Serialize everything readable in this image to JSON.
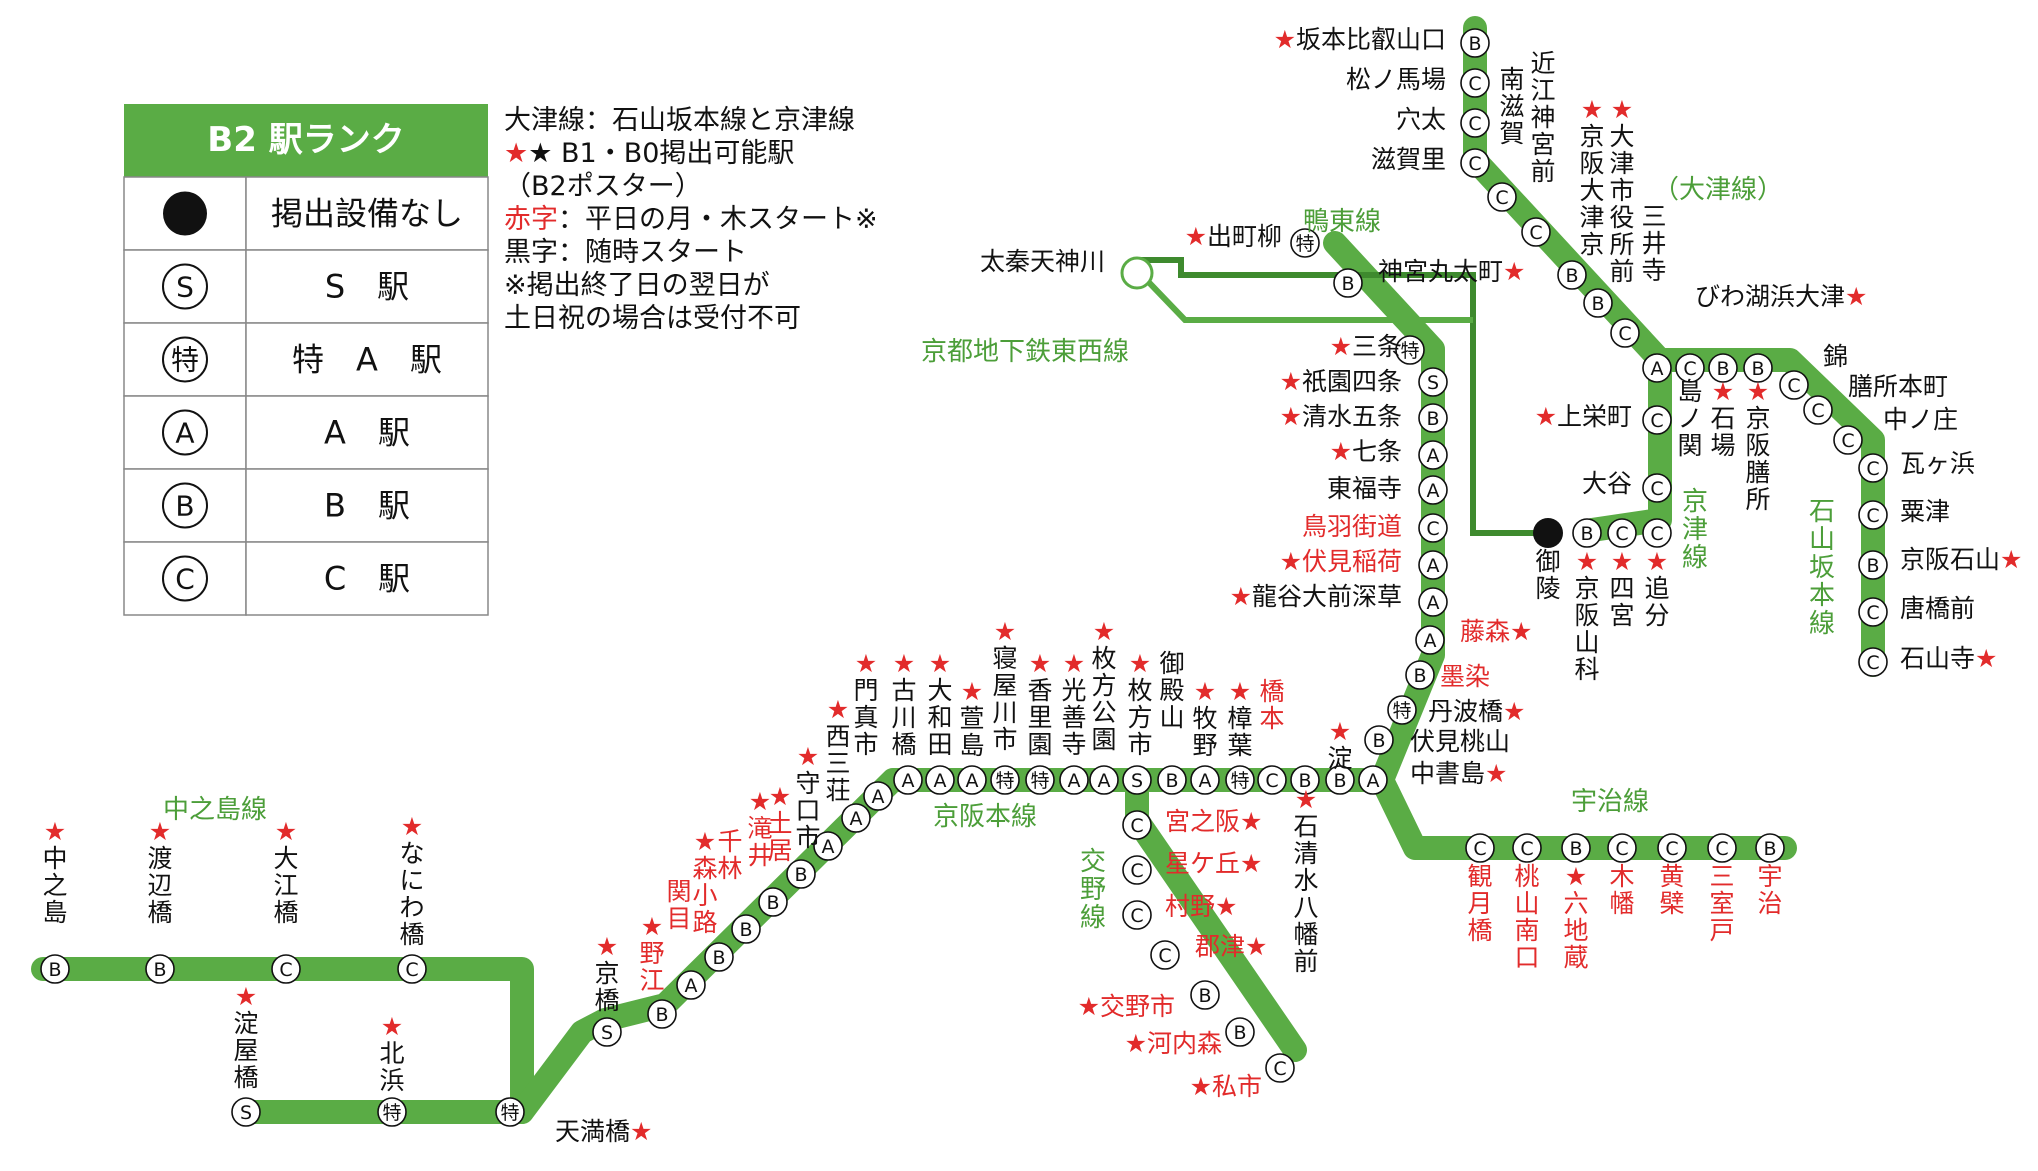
{
  "colors": {
    "line": "#5aac45",
    "line_dark": "#3e8a2e",
    "red": "#e22b2b",
    "black": "#111111",
    "label_green": "#4c9e39"
  },
  "legend": {
    "title": "B2 駅ランク",
    "rows": [
      {
        "icon": "filled-dot-icon",
        "label": "掲出設備なし"
      },
      {
        "icon": "circled-s-icon",
        "symbol": "S",
        "label": "S　駅"
      },
      {
        "icon": "circled-toku-icon",
        "symbol": "特",
        "label": "特　A　駅"
      },
      {
        "icon": "circled-a-icon",
        "symbol": "A",
        "label": "A　駅"
      },
      {
        "icon": "circled-b-icon",
        "symbol": "B",
        "label": "B　駅"
      },
      {
        "icon": "circled-c-icon",
        "symbol": "C",
        "label": "C　駅"
      }
    ]
  },
  "notes": {
    "line1": "大津線：石山坂本線と京津線",
    "line2": "★ B1・B0掲出可能駅",
    "line3": "（B2ポスター）",
    "line4_red": "赤字",
    "line4_rest": "：平日の月・木スタート※",
    "line5": "黒字：随時スタート",
    "line6": "※掲出終了日の翌日が",
    "line7": "土日祝の場合は受付不可"
  },
  "line_names": [
    "中之島線",
    "京阪本線",
    "交野線",
    "宇治線",
    "鴨東線",
    "京都地下鉄東西線",
    "京津線",
    "石山坂本線",
    "（大津線）"
  ],
  "stations": [
    {
      "name": "中之島",
      "rank": "B",
      "star": true,
      "red": false
    },
    {
      "name": "渡辺橋",
      "rank": "B",
      "star": true,
      "red": false
    },
    {
      "name": "大江橋",
      "rank": "C",
      "star": true,
      "red": false
    },
    {
      "name": "なにわ橋",
      "rank": "C",
      "star": true,
      "red": false
    },
    {
      "name": "淀屋橋",
      "rank": "S",
      "star": true,
      "red": false
    },
    {
      "name": "北浜",
      "rank": "特",
      "star": true,
      "red": false
    },
    {
      "name": "天満橋",
      "rank": "特",
      "star": true,
      "red": false
    },
    {
      "name": "京橋",
      "rank": "S",
      "star": true,
      "red": false
    },
    {
      "name": "野江",
      "rank": "B",
      "star": true,
      "red": true
    },
    {
      "name": "関目",
      "rank": "A",
      "star": false,
      "red": true
    },
    {
      "name": "森小路",
      "rank": "B",
      "star": true,
      "red": true
    },
    {
      "name": "千林",
      "rank": "B",
      "star": false,
      "red": true
    },
    {
      "name": "滝井",
      "rank": "B",
      "star": true,
      "red": true
    },
    {
      "name": "土居",
      "rank": "B",
      "star": true,
      "red": true
    },
    {
      "name": "守口市",
      "rank": "A",
      "star": true,
      "red": false
    },
    {
      "name": "西三荘",
      "rank": "A",
      "star": true,
      "red": false
    },
    {
      "name": "門真市",
      "rank": "A",
      "star": true,
      "red": false
    },
    {
      "name": "古川橋",
      "rank": "A",
      "star": true,
      "red": false
    },
    {
      "name": "大和田",
      "rank": "A",
      "star": true,
      "red": false
    },
    {
      "name": "萱島",
      "rank": "A",
      "star": true,
      "red": false
    },
    {
      "name": "寝屋川市",
      "rank": "特",
      "star": true,
      "red": false
    },
    {
      "name": "香里園",
      "rank": "特",
      "star": true,
      "red": false
    },
    {
      "name": "光善寺",
      "rank": "A",
      "star": true,
      "red": false
    },
    {
      "name": "枚方公園",
      "rank": "A",
      "star": true,
      "red": false
    },
    {
      "name": "枚方市",
      "rank": "S",
      "star": true,
      "red": false
    },
    {
      "name": "御殿山",
      "rank": "B",
      "star": false,
      "red": false
    },
    {
      "name": "牧野",
      "rank": "A",
      "star": true,
      "red": false
    },
    {
      "name": "樟葉",
      "rank": "特",
      "star": true,
      "red": false
    },
    {
      "name": "橋本",
      "rank": "C",
      "star": false,
      "red": true
    },
    {
      "name": "石清水八幡前",
      "rank": "B",
      "star": true,
      "red": false
    },
    {
      "name": "淀",
      "rank": "B",
      "star": true,
      "red": false
    },
    {
      "name": "中書島",
      "rank": "A",
      "star": true,
      "red": false
    },
    {
      "name": "伏見桃山",
      "rank": "B",
      "star": false,
      "red": false
    },
    {
      "name": "丹波橋",
      "rank": "特",
      "star": true,
      "red": false
    },
    {
      "name": "墨染",
      "rank": "B",
      "star": false,
      "red": true
    },
    {
      "name": "藤森",
      "rank": "A",
      "star": true,
      "red": true
    },
    {
      "name": "龍谷大前深草",
      "rank": "A",
      "star": true,
      "red": false
    },
    {
      "name": "伏見稲荷",
      "rank": "A",
      "star": true,
      "red": true
    },
    {
      "name": "鳥羽街道",
      "rank": "C",
      "star": false,
      "red": true
    },
    {
      "name": "東福寺",
      "rank": "A",
      "star": false,
      "red": false
    },
    {
      "name": "七条",
      "rank": "A",
      "star": true,
      "red": false
    },
    {
      "name": "清水五条",
      "rank": "B",
      "star": true,
      "red": false
    },
    {
      "name": "祇園四条",
      "rank": "S",
      "star": true,
      "red": false
    },
    {
      "name": "三条",
      "rank": "特",
      "star": true,
      "red": false
    },
    {
      "name": "神宮丸太町",
      "rank": "B",
      "star": true,
      "red": false
    },
    {
      "name": "出町柳",
      "rank": "特",
      "star": true,
      "red": false
    },
    {
      "name": "太秦天神川",
      "rank": "",
      "star": false,
      "red": false
    },
    {
      "name": "宮之阪",
      "rank": "C",
      "star": true,
      "red": true
    },
    {
      "name": "星ケ丘",
      "rank": "C",
      "star": true,
      "red": true
    },
    {
      "name": "村野",
      "rank": "C",
      "star": true,
      "red": true
    },
    {
      "name": "郡津",
      "rank": "C",
      "star": true,
      "red": true
    },
    {
      "name": "交野市",
      "rank": "B",
      "star": true,
      "red": true
    },
    {
      "name": "河内森",
      "rank": "B",
      "star": true,
      "red": true
    },
    {
      "name": "私市",
      "rank": "C",
      "star": true,
      "red": true
    },
    {
      "name": "観月橋",
      "rank": "C",
      "star": false,
      "red": true
    },
    {
      "name": "桃山南口",
      "rank": "C",
      "star": false,
      "red": true
    },
    {
      "name": "六地蔵",
      "rank": "B",
      "star": true,
      "red": true
    },
    {
      "name": "木幡",
      "rank": "C",
      "star": false,
      "red": true
    },
    {
      "name": "黄檗",
      "rank": "C",
      "star": false,
      "red": true
    },
    {
      "name": "三室戸",
      "rank": "C",
      "star": false,
      "red": true
    },
    {
      "name": "宇治",
      "rank": "B",
      "star": false,
      "red": true
    },
    {
      "name": "御陵",
      "rank": "●",
      "star": false,
      "red": false
    },
    {
      "name": "京阪山科",
      "rank": "B",
      "star": true,
      "red": false
    },
    {
      "name": "四宮",
      "rank": "C",
      "star": true,
      "red": false
    },
    {
      "name": "追分",
      "rank": "C",
      "star": true,
      "red": false
    },
    {
      "name": "大谷",
      "rank": "C",
      "star": false,
      "red": false
    },
    {
      "name": "上栄町",
      "rank": "C",
      "star": true,
      "red": false
    },
    {
      "name": "びわ湖浜大津",
      "rank": "A",
      "star": true,
      "red": false
    },
    {
      "name": "坂本比叡山口",
      "rank": "B",
      "star": true,
      "red": false
    },
    {
      "name": "松ノ馬場",
      "rank": "C",
      "star": false,
      "red": false
    },
    {
      "name": "穴太",
      "rank": "C",
      "star": false,
      "red": false
    },
    {
      "name": "滋賀里",
      "rank": "C",
      "star": false,
      "red": false
    },
    {
      "name": "南滋賀",
      "rank": "C",
      "star": false,
      "red": false
    },
    {
      "name": "近江神宮前",
      "rank": "C",
      "star": false,
      "red": false
    },
    {
      "name": "京阪大津京",
      "rank": "B",
      "star": true,
      "red": false
    },
    {
      "name": "大津市役所前",
      "rank": "B",
      "star": true,
      "red": false
    },
    {
      "name": "三井寺",
      "rank": "C",
      "star": false,
      "red": false
    },
    {
      "name": "島ノ関",
      "rank": "C",
      "star": false,
      "red": false
    },
    {
      "name": "石場",
      "rank": "B",
      "star": true,
      "red": false
    },
    {
      "name": "京阪膳所",
      "rank": "B",
      "star": true,
      "red": false
    },
    {
      "name": "錦",
      "rank": "C",
      "star": false,
      "red": false
    },
    {
      "name": "膳所本町",
      "rank": "C",
      "star": false,
      "red": false
    },
    {
      "name": "中ノ庄",
      "rank": "C",
      "star": false,
      "red": false
    },
    {
      "name": "瓦ヶ浜",
      "rank": "C",
      "star": false,
      "red": false
    },
    {
      "name": "粟津",
      "rank": "C",
      "star": false,
      "red": false
    },
    {
      "name": "京阪石山",
      "rank": "B",
      "star": true,
      "red": false
    },
    {
      "name": "唐橋前",
      "rank": "C",
      "star": false,
      "red": false
    },
    {
      "name": "石山寺",
      "rank": "C",
      "star": true,
      "red": false
    }
  ]
}
